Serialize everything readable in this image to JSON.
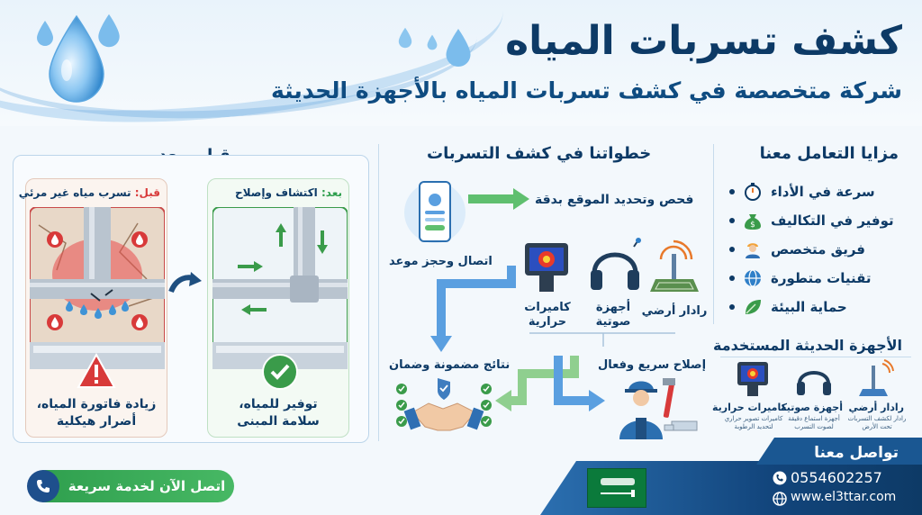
{
  "header": {
    "title": "كشف تسربات المياه",
    "subtitle": "شركة متخصصة في كشف تسربات المياه بالأجهزة الحديثة"
  },
  "advantages": {
    "heading": "مزايا التعامل معنا",
    "items": [
      {
        "label": "سرعة في الأداء",
        "icon": "stopwatch-icon"
      },
      {
        "label": "توفير في التكاليف",
        "icon": "money-bag-icon"
      },
      {
        "label": "فريق متخصص",
        "icon": "worker-icon"
      },
      {
        "label": "تقنيات متطورة",
        "icon": "globe-icon"
      },
      {
        "label": "حماية البيئة",
        "icon": "leaf-icon"
      }
    ]
  },
  "devices": {
    "heading": "الأجهزة الحديثة المستخدمة",
    "items": [
      {
        "label": "رادار أرضي",
        "sub1": "رادار لكشف التسربات",
        "sub2": "تحت الأرض"
      },
      {
        "label": "أجهزة صوتية",
        "sub1": "أجهزة استماع دقيقة",
        "sub2": "لصوت التسرب"
      },
      {
        "label": "كاميرات حرارية",
        "sub1": "كاميرات تصوير حراري",
        "sub2": "لتحديد الرطوبة"
      }
    ]
  },
  "steps": {
    "heading": "خطواتنا في كشف التسربات",
    "contact": "اتصال وحجز موعد",
    "inspect": "فحص وتحديد الموقع بدقة",
    "radar": "رادار أرضي",
    "acoustic": "أجهزة صوتية",
    "thermal": "كاميرات حرارية",
    "results": "نتائج مضمونة وضمان",
    "repair": "إصلاح سريع وفعال"
  },
  "before_after": {
    "heading": "قبل وبعد",
    "before_prefix": "قبل:",
    "before_text": "تسرب مياه غير مرئي",
    "after_prefix": "بعد:",
    "after_text": "اكتشاف وإصلاح",
    "before_foot_1": "زيادة فاتورة المياه،",
    "before_foot_2": "أضرار هيكلية",
    "after_foot_1": "توفير للمياه،",
    "after_foot_2": "سلامة المبنى"
  },
  "footer": {
    "cta": "اتصل الآن لخدمة سريعة",
    "contact_title": "تواصل معنا",
    "phone": "0554602257",
    "website": "www.el3ttar.com"
  },
  "colors": {
    "navy": "#0d3a66",
    "green": "#2e9e4d",
    "red": "#d83a3a",
    "blue": "#2f7fc8"
  }
}
